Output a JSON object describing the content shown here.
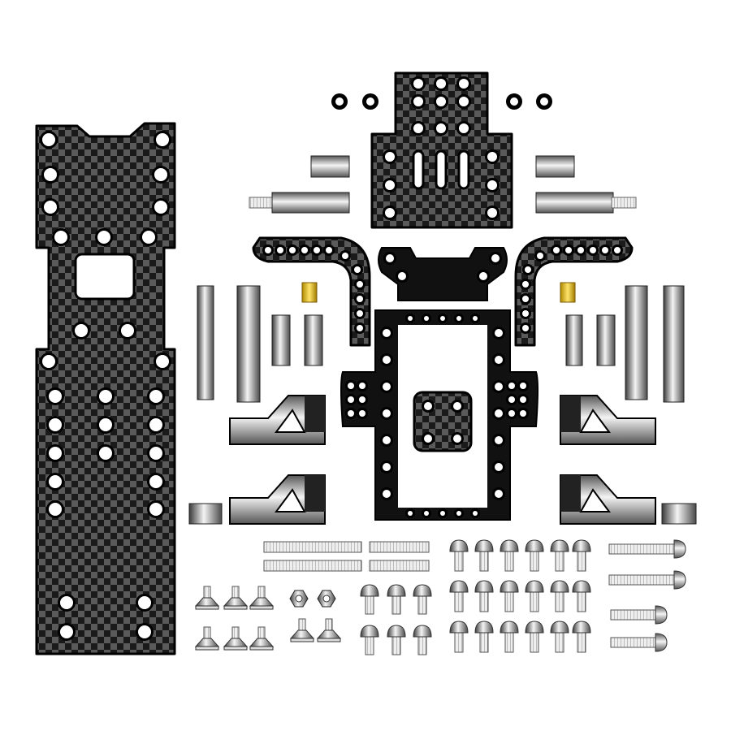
{
  "colors": {
    "background": "#ffffff",
    "carbon_dark": "#1a1a1a",
    "carbon_light": "#5a5a5a",
    "outline": "#000000",
    "metal_light": "#f4f4f4",
    "metal_dark": "#3a3a3a",
    "brass": "#e8c21a"
  },
  "parts": {
    "main_plate": "carbon-fiber-main-chassis-plate",
    "top_deck": "carbon-fiber-top-deck",
    "shock_tower": "carbon-fiber-front-bulkhead",
    "side_arms": "carbon-fiber-curved-arms",
    "hardware": "screws-standoffs-washers-nuts"
  }
}
